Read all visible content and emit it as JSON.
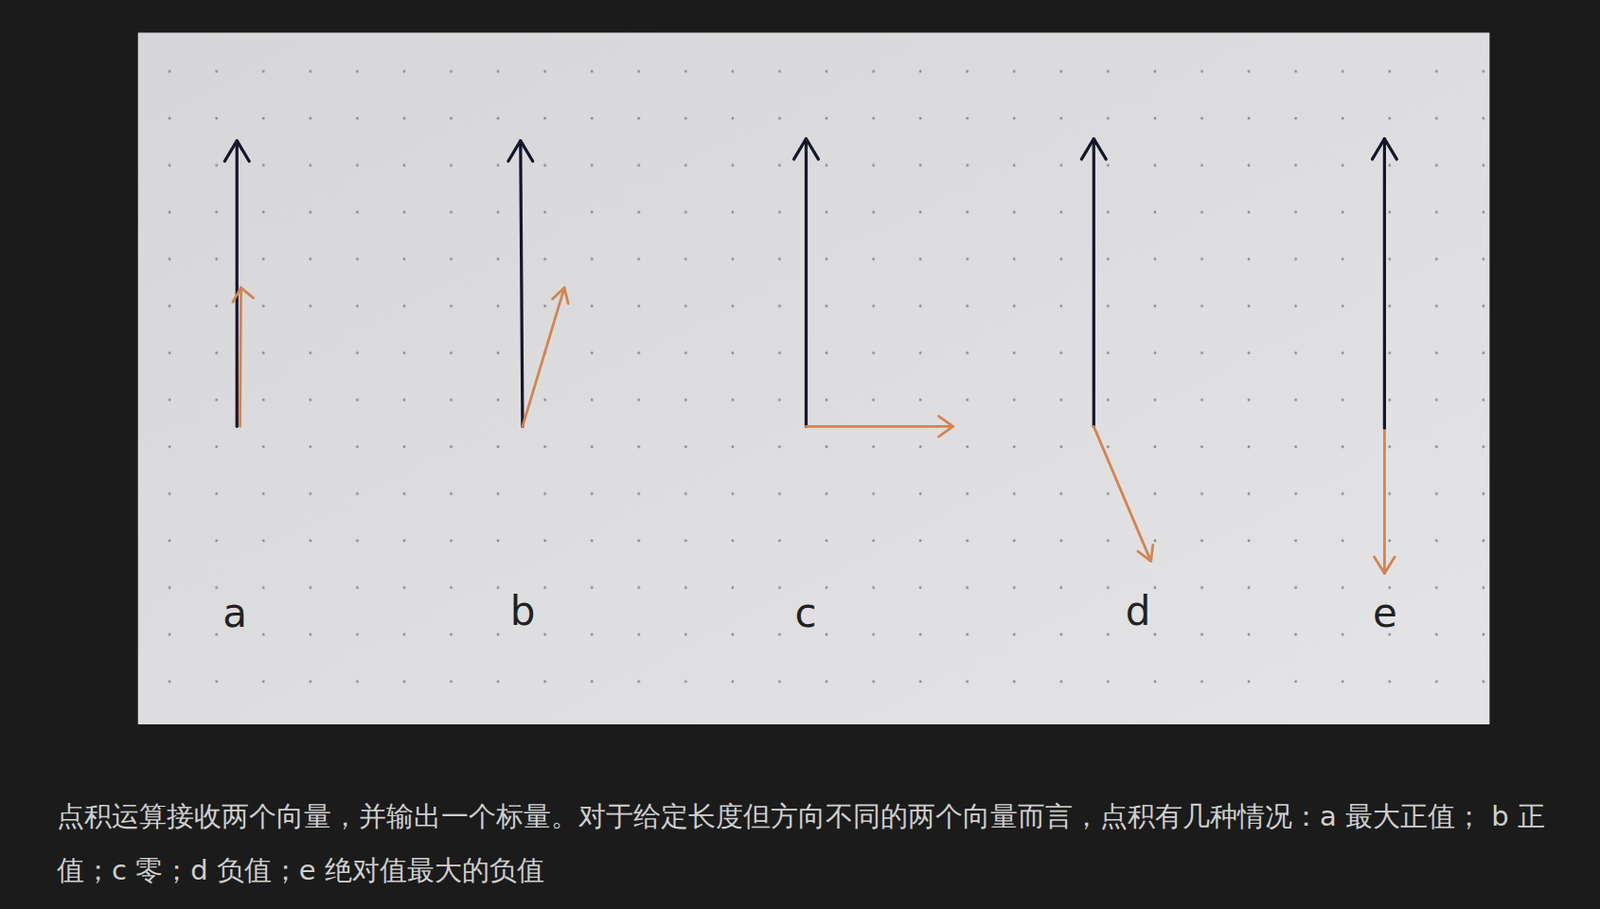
{
  "diagram": {
    "caption": "点积运算接收两个向量，并输出一个标量。对于给定长度但方向不同的两个向量而言，点积有几种情况：a 最大正值； b 正值；c 零；d 负值；e 绝对值最大的负值",
    "labels": [
      "a",
      "b",
      "c",
      "d",
      "e"
    ]
  }
}
